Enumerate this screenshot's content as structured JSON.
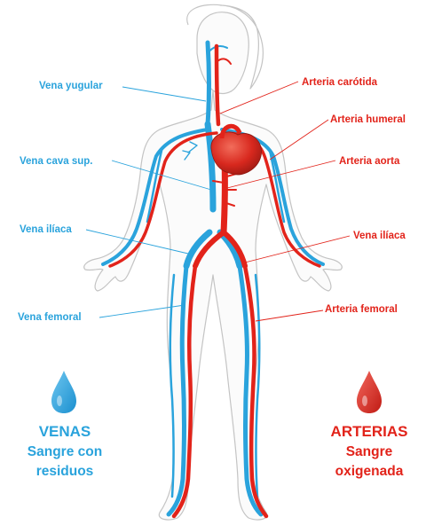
{
  "labels": {
    "vena_yugular": "Vena yugular",
    "vena_cava_sup": "Vena cava sup.",
    "vena_iliaca_left": "Vena ilíaca",
    "vena_femoral": "Vena femoral",
    "arteria_carotida": "Arteria carótida",
    "arteria_humeral": "Arteria humeral",
    "arteria_aorta": "Arteria aorta",
    "vena_iliaca_right": "Vena ilíaca",
    "arteria_femoral": "Arteria femoral"
  },
  "legend": {
    "venas": {
      "title": "VENAS",
      "line1": "Sangre con",
      "line2": "residuos"
    },
    "arterias": {
      "title": "ARTERIAS",
      "line1": "Sangre",
      "line2": "oxigenada"
    }
  },
  "colors": {
    "vein": "#2aa3dc",
    "artery": "#e2231a",
    "outline": "#bdbdbd",
    "heart": "#d8281e"
  }
}
